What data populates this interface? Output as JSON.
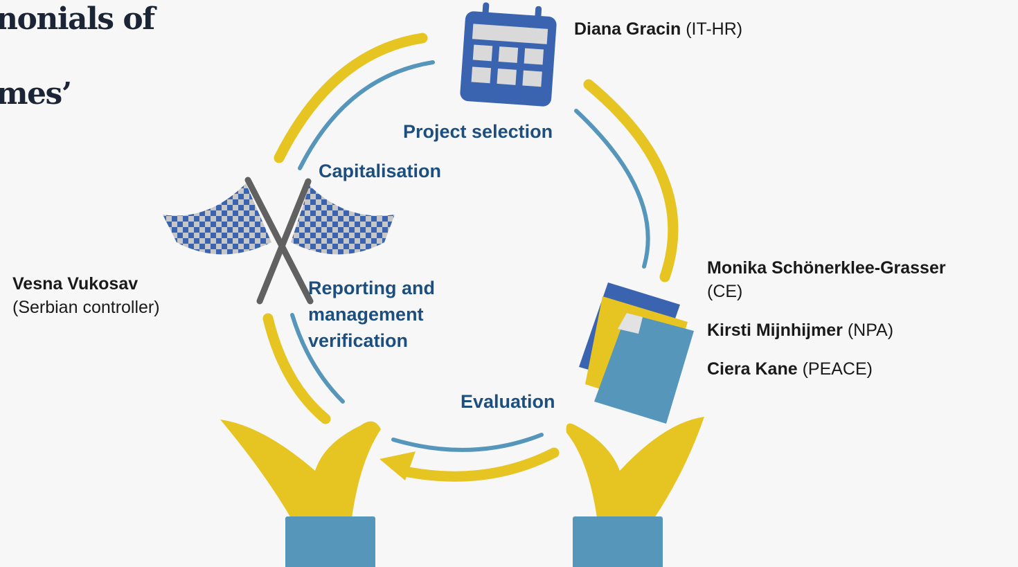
{
  "title": {
    "line1": "nonials of",
    "line2": "mes’"
  },
  "stages": {
    "project_selection": "Project selection",
    "capitalisation": "Capitalisation",
    "reporting": [
      "Reporting and",
      "management",
      "verification"
    ],
    "evaluation": "Evaluation"
  },
  "people": {
    "diana": {
      "name": "Diana Gracin",
      "role": "(IT-HR)"
    },
    "vesna": {
      "name": "Vesna Vukosav",
      "role": "(Serbian controller)"
    },
    "monika": {
      "name": "Monika Schönerklee-Grasser",
      "role": "(CE)"
    },
    "kirsti": {
      "name": "Kirsti Mijnhijmer",
      "role": "(NPA)"
    },
    "ciera": {
      "name": "Ciera Kane",
      "role": "(PEACE)"
    }
  },
  "colors": {
    "background": "#f7f7f7",
    "yellow": "#e6c421",
    "light_blue": "#5796bb",
    "dark_blue": "#3b64b0",
    "checker_grey": "#c7c7c7",
    "pole_grey": "#616161",
    "label_blue": "#1c4f7f"
  },
  "icons": [
    "calendar-icon",
    "checkered-flags-icon",
    "documents-icon",
    "hands-icon",
    "cycle-arrow-icon"
  ]
}
